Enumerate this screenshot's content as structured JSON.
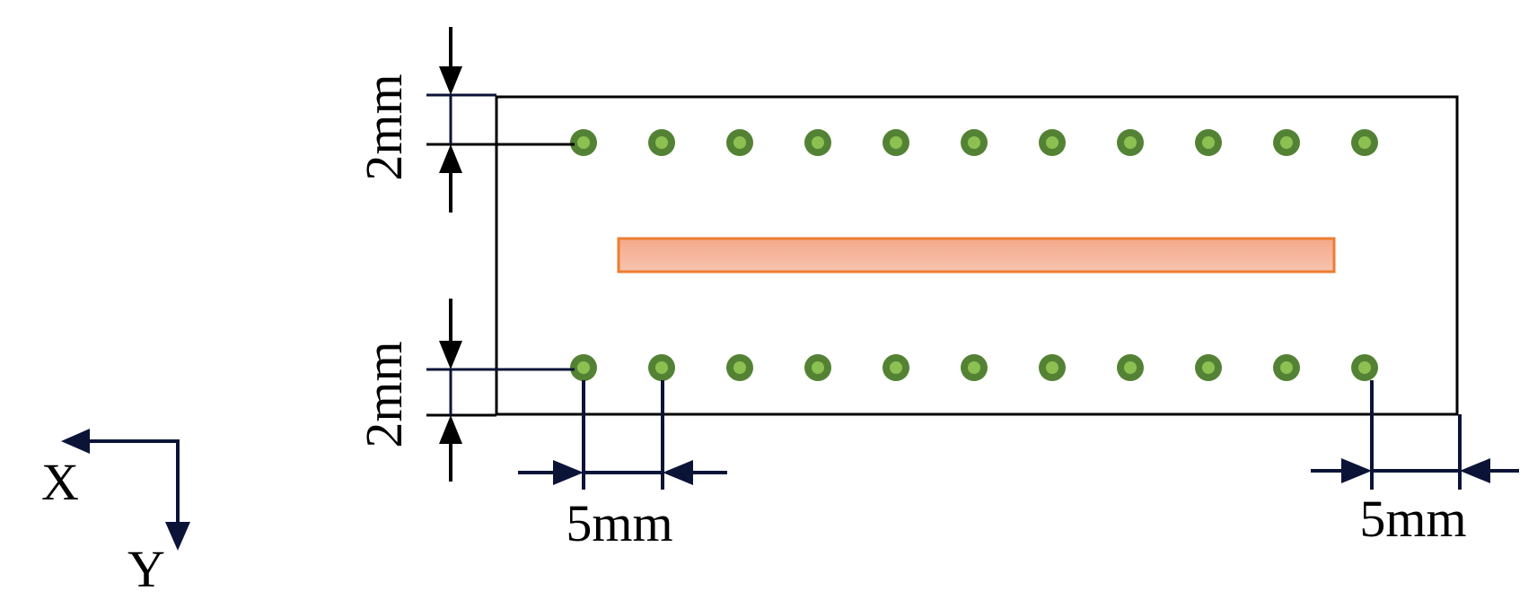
{
  "labels": {
    "top_gap": "2mm",
    "bottom_gap": "2mm",
    "left_spacing": "5mm",
    "right_spacing": "5mm",
    "axis_x": "X",
    "axis_y": "Y"
  },
  "layout_counts": {
    "dots_per_row": 11,
    "rows": 2
  },
  "colors": {
    "outline": "#000000",
    "dimension_line": "#0b1437",
    "dot_outer": "#548235",
    "dot_inner": "#8cc152",
    "strip_fill": "#f4b49a",
    "strip_stroke": "#ed7d31"
  }
}
